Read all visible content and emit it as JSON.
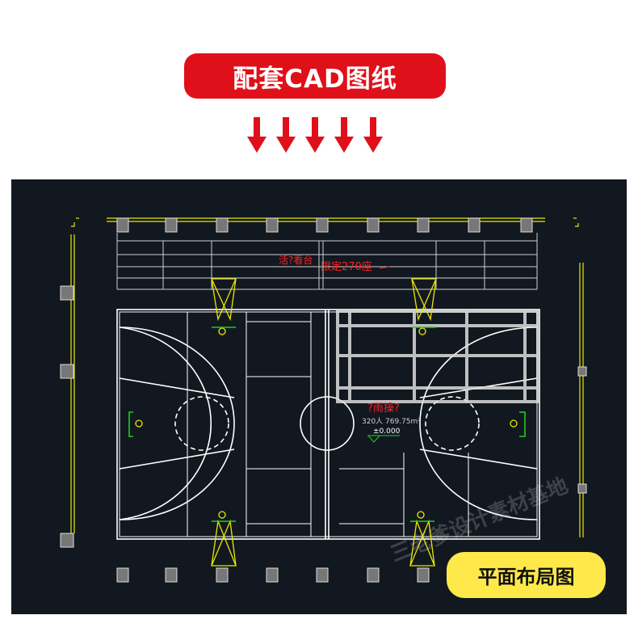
{
  "header": {
    "title": "配套CAD图纸"
  },
  "arrows": {
    "count": 5,
    "color": "#e0101a"
  },
  "drawing": {
    "bleacher_text_1": "活?看台",
    "bleacher_text_2": "限定270座",
    "hall_name": "?雨操?",
    "hall_info": "320人 769.75m²",
    "elevation": "±0.000",
    "watermark": "三老爹设计素材基地",
    "colors": {
      "background": "#121820",
      "lines": "#ffffff",
      "accent": "#ffff00",
      "text": "#ff2020",
      "hoop": "#22cc22"
    }
  },
  "footer": {
    "label": "平面布局图"
  }
}
